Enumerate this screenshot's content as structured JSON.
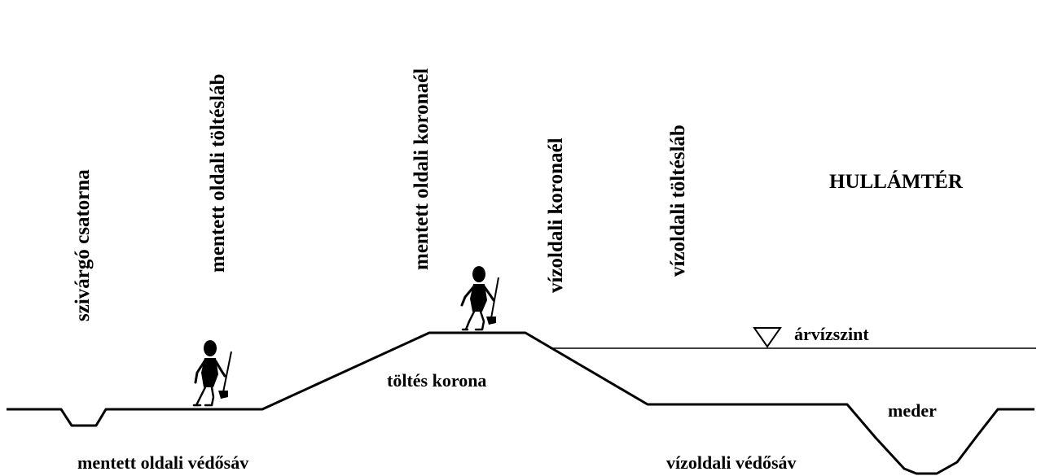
{
  "diagram": {
    "vertical_labels": {
      "drain_channel": "szivárgó csatorna",
      "protected_side_toe": "mentett oldali töltésláb",
      "protected_side_crown_edge": "mentett oldali koronaél",
      "water_side_crown_edge": "vízoldali koronaél",
      "water_side_toe": "vízoldali töltésláb"
    },
    "floodplain_label": "HULLÁMTÉR",
    "flood_level_label": "árvízszint",
    "crown_label": "töltés korona",
    "riverbed_label": "meder",
    "protected_strip_label": "mentett oldali védősáv",
    "water_strip_label": "vízoldali védősáv",
    "colors": {
      "line": "#000000",
      "background": "#ffffff"
    }
  }
}
